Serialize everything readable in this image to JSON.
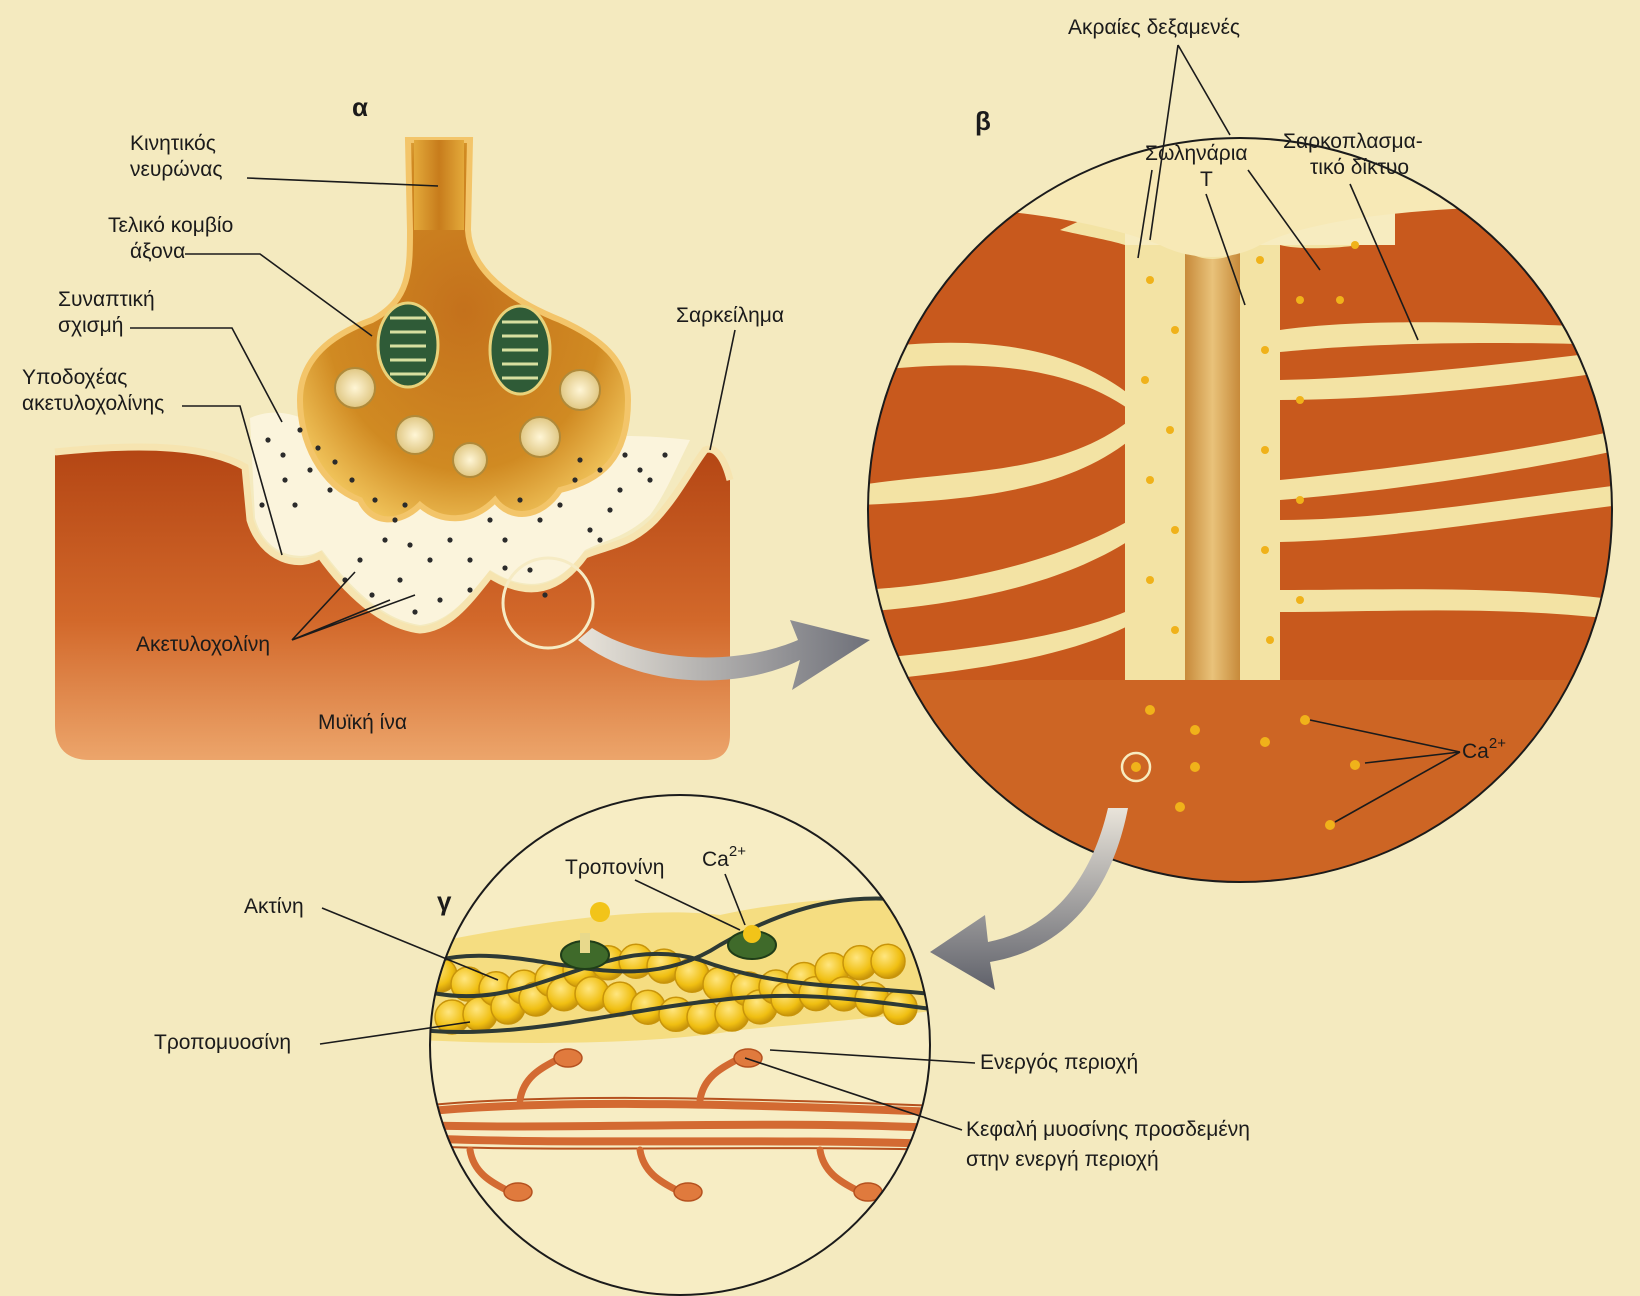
{
  "panels": {
    "a": {
      "letter": "α",
      "labels": {
        "motor_neuron": [
          "Κινητικός",
          "νευρώνας"
        ],
        "axon_terminal": [
          "Τελικό κομβίο",
          "άξονα"
        ],
        "synaptic_cleft": [
          "Συναπτική",
          "σχισμή"
        ],
        "ach_receptor": [
          "Υποδοχέας",
          "ακετυλοχολίνης"
        ],
        "sarcolemma": "Σαρκείλημα",
        "acetylcholine": "Ακετυλοχολίνη",
        "muscle_fiber": "Μυϊκή ίνα"
      }
    },
    "b": {
      "letter": "β",
      "labels": {
        "terminal_cisternae": "Ακραίες δεξαμενές",
        "t_tubule": [
          "Σωληνάρια",
          "Τ"
        ],
        "sarcoplasmic_reticulum": [
          "Σαρκοπλασμα-",
          "τικό δίκτυο"
        ],
        "calcium": "Ca",
        "calcium_charge": "2+"
      }
    },
    "c": {
      "letter": "γ",
      "labels": {
        "troponin": "Τροπονίνη",
        "calcium": "Ca",
        "calcium_charge": "2+",
        "actin": "Ακτίνη",
        "tropomyosin": "Τροπομυοσίνη",
        "active_site": "Ενεργός περιοχή",
        "myosin_head": [
          "Κεφαλή μυοσίνης προσδεμένη",
          "στην ενεργή περιοχή"
        ]
      }
    }
  },
  "colors": {
    "background": "#f4eabf",
    "muscle": "#c8581c",
    "muscle_dark": "#a8400f",
    "reticulum": "#f3e3a4",
    "neuron": "#c88a1e",
    "neuron_light": "#e3a93a",
    "mitochondria": "#2f5b37",
    "actin": "#f2c419",
    "troponin": "#3f6a2a",
    "myosin": "#d36a32",
    "arrow": "#7a7c86"
  }
}
